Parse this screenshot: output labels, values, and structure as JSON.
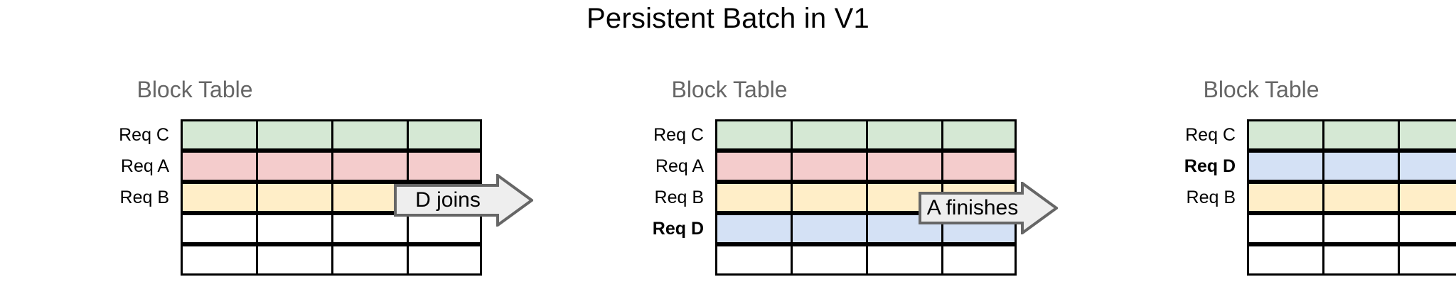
{
  "figure": {
    "title": "Persistent Batch in V1",
    "background": "#ffffff"
  },
  "palette": {
    "green": "#d5e8d4",
    "pink": "#f4cccc",
    "yellow": "#ffeec8",
    "blue": "#d4e1f5",
    "empty": "#ffffff",
    "border": "#000000",
    "arrow_fill": "#eeeeee",
    "arrow_border": "#666666",
    "stage_title_color": "#666666"
  },
  "stages": [
    {
      "title": "Block Table",
      "columns": 4,
      "rows": [
        {
          "label": "Req C",
          "bold": false,
          "color": "#d5e8d4"
        },
        {
          "label": "Req A",
          "bold": false,
          "color": "#f4cccc"
        },
        {
          "label": "Req B",
          "bold": false,
          "color": "#ffeec8"
        },
        {
          "label": "",
          "bold": false,
          "color": "#ffffff"
        },
        {
          "label": "",
          "bold": false,
          "color": "#ffffff"
        }
      ]
    },
    {
      "title": "Block Table",
      "columns": 4,
      "rows": [
        {
          "label": "Req C",
          "bold": false,
          "color": "#d5e8d4"
        },
        {
          "label": "Req A",
          "bold": false,
          "color": "#f4cccc"
        },
        {
          "label": "Req B",
          "bold": false,
          "color": "#ffeec8"
        },
        {
          "label": "Req D",
          "bold": true,
          "color": "#d4e1f5"
        },
        {
          "label": "",
          "bold": false,
          "color": "#ffffff"
        }
      ]
    },
    {
      "title": "Block Table",
      "columns": 4,
      "rows": [
        {
          "label": "Req C",
          "bold": false,
          "color": "#d5e8d4"
        },
        {
          "label": "Req D",
          "bold": true,
          "color": "#d4e1f5"
        },
        {
          "label": "Req B",
          "bold": false,
          "color": "#ffeec8"
        },
        {
          "label": "",
          "bold": false,
          "color": "#ffffff"
        },
        {
          "label": "",
          "bold": false,
          "color": "#ffffff"
        }
      ]
    }
  ],
  "arrows": [
    {
      "label": "D joins"
    },
    {
      "label": "A finishes"
    }
  ]
}
